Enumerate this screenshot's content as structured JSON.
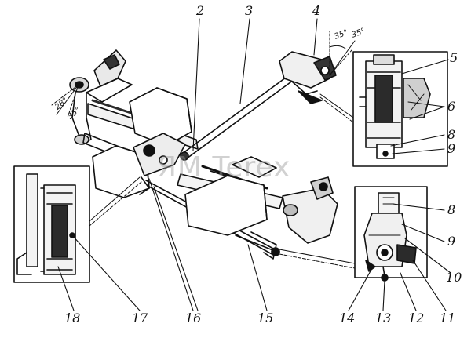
{
  "watermark": "ЯМ Terex",
  "angles": {
    "left": [
      "28°",
      "35°"
    ],
    "right": [
      "35°",
      "35°"
    ]
  },
  "callouts": [
    "2",
    "3",
    "4",
    "5",
    "6",
    "8",
    "9",
    "8",
    "9",
    "10",
    "11",
    "12",
    "13",
    "14",
    "15",
    "16",
    "17",
    "18"
  ],
  "colors": {
    "ink": "#111111",
    "shade": "#2b2b2b",
    "paper": "#ffffff"
  }
}
